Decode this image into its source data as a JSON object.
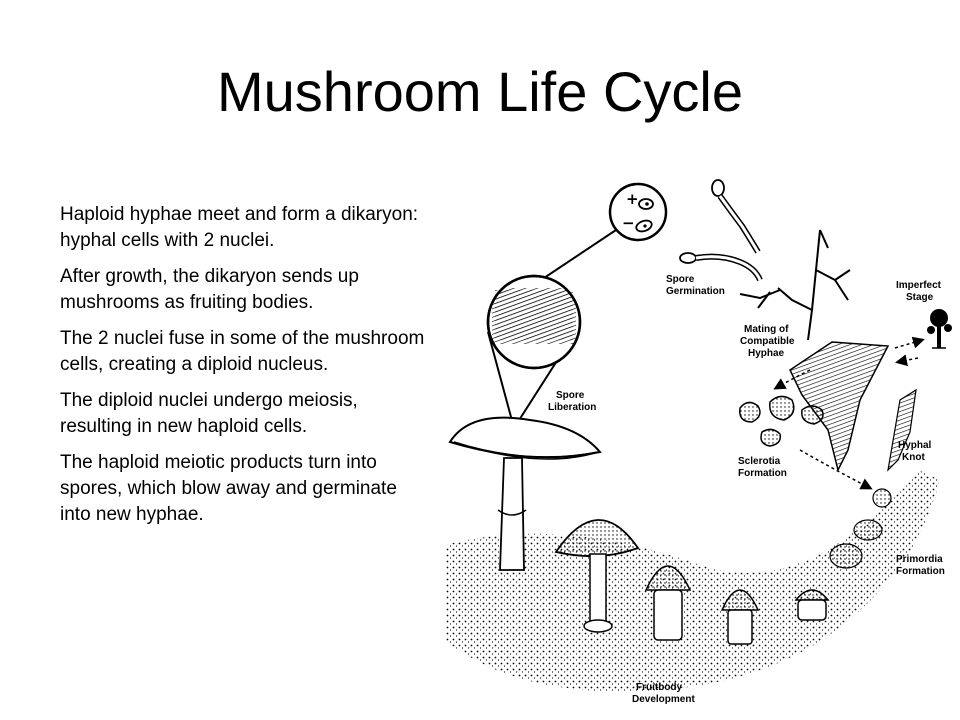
{
  "slide": {
    "title": "Mushroom Life Cycle",
    "bullets": [
      "Haploid hyphae meet and form a dikaryon: hyphal cells with 2 nuclei.",
      "After growth, the dikaryon sends up mushrooms as fruiting bodies.",
      "The 2 nuclei fuse in some of the mushroom cells, creating a diploid nucleus.",
      "The diploid nuclei undergo meiosis, resulting in new haploid cells.",
      "The haploid meiotic products turn into spores, which blow away and germinate into new hyphae."
    ]
  },
  "diagram": {
    "labels": {
      "spore_germination": [
        "Spore",
        "Germination"
      ],
      "mating": [
        "Mating of",
        "Compatible",
        "Hyphae"
      ],
      "imperfect_stage": [
        "Imperfect",
        "Stage"
      ],
      "spore_liberation": [
        "Spore",
        "Liberation"
      ],
      "sclerotia": [
        "Sclerotia",
        "Formation"
      ],
      "hyphal_knot": [
        "Hyphal",
        "Knot"
      ],
      "primordia": [
        "Primordia",
        "Formation"
      ],
      "fruitbody": [
        "Fruitbody",
        "Development"
      ]
    },
    "spore_symbols": [
      "+",
      "−"
    ]
  }
}
